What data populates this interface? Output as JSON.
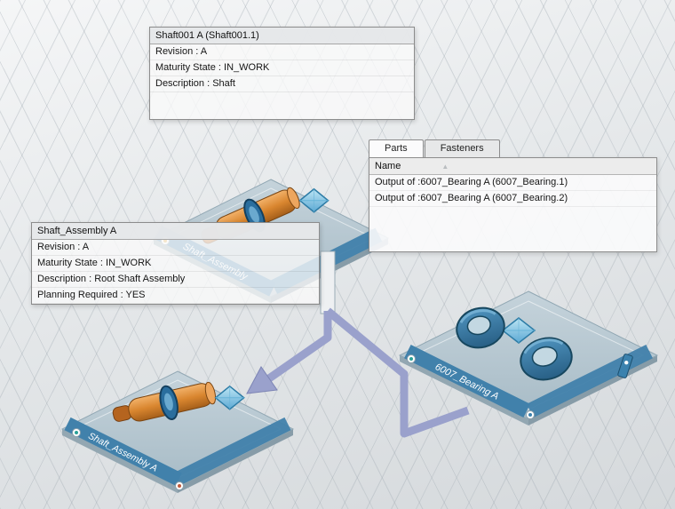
{
  "colors": {
    "tile": "#b7c8d2",
    "tile_strip": "#4181ab",
    "connector": "#9aa1cc",
    "shaft_orange": "#d9862f",
    "bearing_blue": "#3b82ae"
  },
  "tooltip_shaft": {
    "title": "Shaft001 A (Shaft001.1)",
    "rows": [
      "Revision : A",
      "Maturity State : IN_WORK",
      "Description : Shaft"
    ]
  },
  "tooltip_assembly": {
    "title": "Shaft_Assembly A",
    "rows": [
      "Revision : A",
      "Maturity State : IN_WORK",
      "Description : Root Shaft Assembly",
      "Planning Required : YES"
    ]
  },
  "panel": {
    "tabs": [
      "Parts",
      "Fasteners"
    ],
    "column": "Name",
    "sort_icon": "▲",
    "rows": [
      "Output of :6007_Bearing A (6007_Bearing.1)",
      "Output of :6007_Bearing A (6007_Bearing.2)"
    ]
  },
  "scene": {
    "tile_shaft_assembly_top": "Shaft_Assembly",
    "tile_bearing": "6007_Bearing A",
    "tile_shaft_assembly_bottom": "Shaft_Assembly A"
  }
}
